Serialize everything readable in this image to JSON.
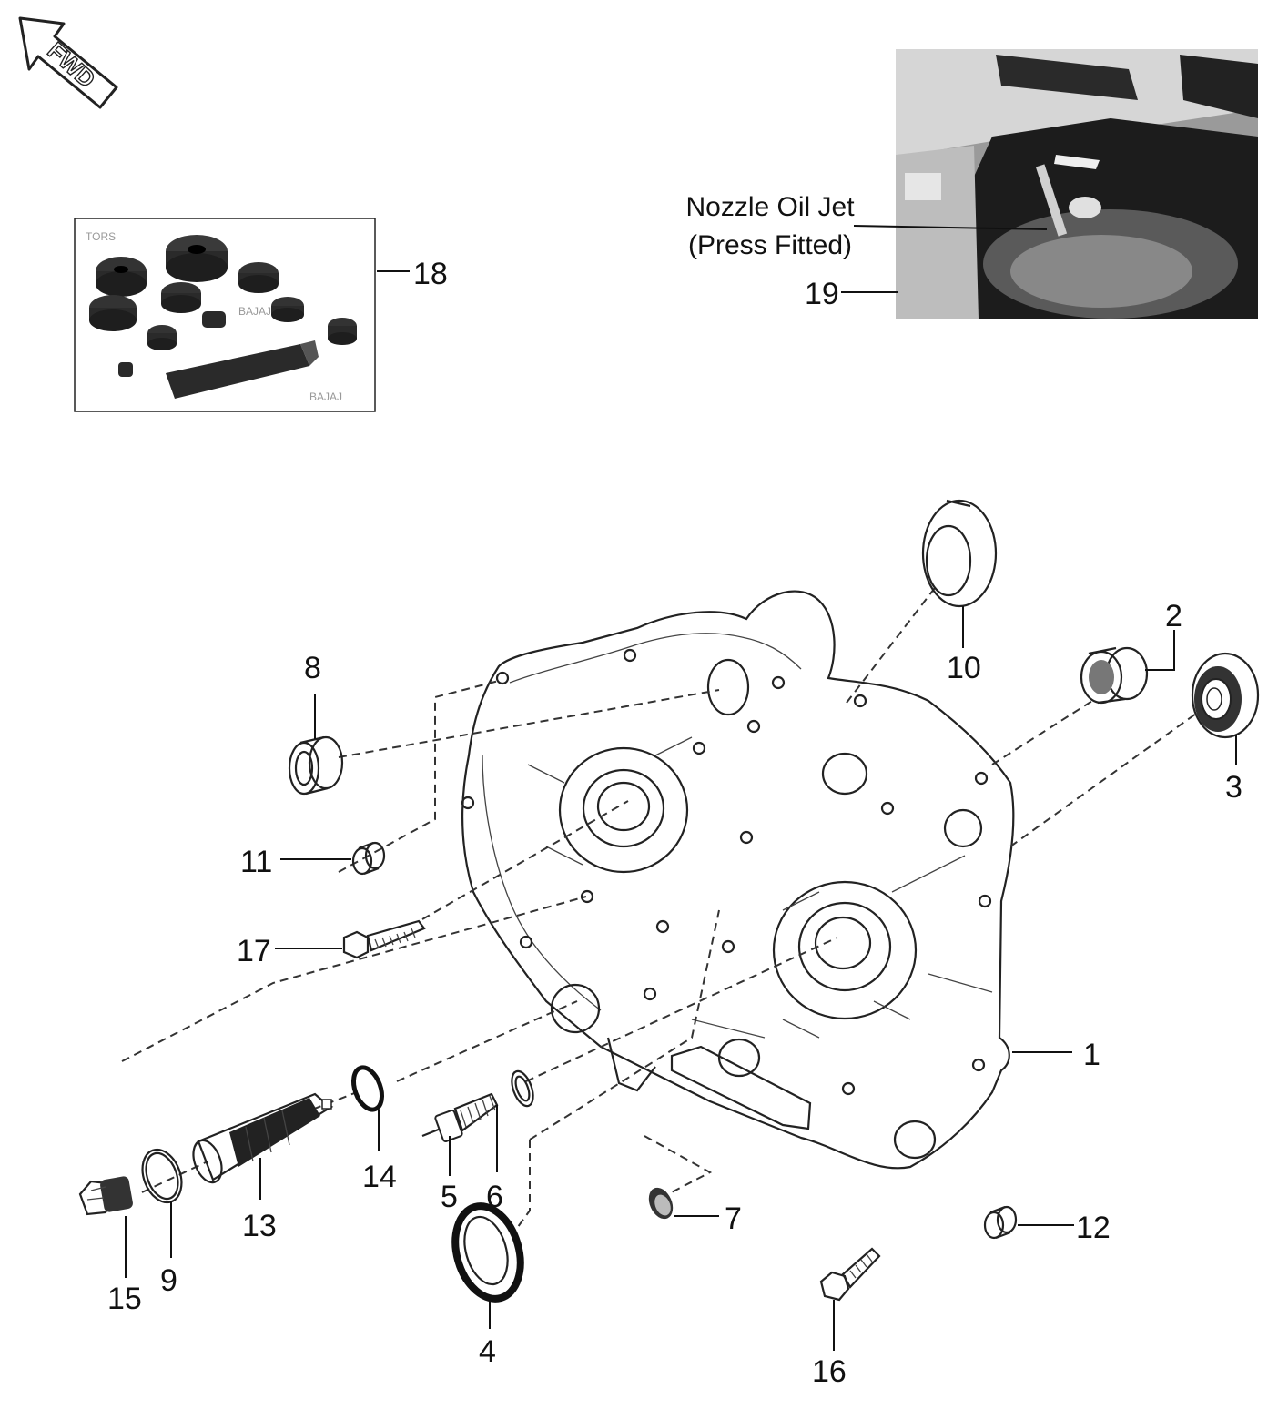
{
  "fwd_arrow": {
    "label": "FWD"
  },
  "photo": {
    "caption_line1": "Nozzle Oil Jet",
    "caption_line2": "(Press Fitted)"
  },
  "tool_kit": {
    "watermarks": [
      "TORS",
      "BAJAJ",
      "BAJAJ"
    ]
  },
  "callouts": {
    "n1": "1",
    "n2": "2",
    "n3": "3",
    "n4": "4",
    "n5": "5",
    "n6": "6",
    "n7": "7",
    "n8": "8",
    "n9": "9",
    "n10": "10",
    "n11": "11",
    "n12": "12",
    "n13": "13",
    "n14": "14",
    "n15": "15",
    "n16": "16",
    "n17": "17",
    "n18": "18",
    "n19": "19"
  },
  "colors": {
    "ink": "#111111",
    "photo_dark": "#2a2a2a",
    "photo_light": "#c8c8c8"
  }
}
